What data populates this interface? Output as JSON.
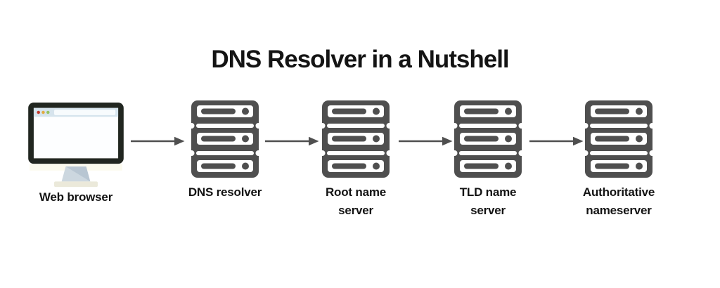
{
  "title": "DNS Resolver in a Nutshell",
  "nodes": [
    {
      "id": "web-browser",
      "label": "Web browser",
      "label_lines": [
        "Web browser"
      ],
      "icon": "browser-monitor-icon"
    },
    {
      "id": "dns-resolver",
      "label": "DNS resolver",
      "label_lines": [
        "DNS resolver"
      ],
      "icon": "server-stack-icon"
    },
    {
      "id": "root-name-server",
      "label": "Root name server",
      "label_lines": [
        "Root name",
        "server"
      ],
      "icon": "server-stack-icon"
    },
    {
      "id": "tld-name-server",
      "label": "TLD name server",
      "label_lines": [
        "TLD name",
        "server"
      ],
      "icon": "server-stack-icon"
    },
    {
      "id": "authoritative-nameserver",
      "label": "Authoritative nameserver",
      "label_lines": [
        "Authoritative",
        "nameserver"
      ],
      "icon": "server-stack-icon"
    }
  ],
  "connections": [
    {
      "from": "web-browser",
      "to": "dns-resolver"
    },
    {
      "from": "dns-resolver",
      "to": "root-name-server"
    },
    {
      "from": "root-name-server",
      "to": "tld-name-server"
    },
    {
      "from": "tld-name-server",
      "to": "authoritative-nameserver"
    }
  ],
  "colors": {
    "background": "#ffffff",
    "title_text": "#141414",
    "label_text": "#131313",
    "server_gray": "#4f4f4f",
    "arrow_gray": "#4f4f4f",
    "monitor_frame": "#212620",
    "browser_screen": "#fdfeff",
    "browser_topbar": "#d6e4ed",
    "browser_addressbar": "#f7fbfd",
    "browser_dot_red": "#c2392c",
    "browser_dot_yellow": "#e3ab3f",
    "browser_dot_green": "#94c361",
    "monitor_stand_light": "#ccd7df",
    "monitor_stand_shade": "#b8c6d2",
    "monitor_base": "#ebe9da",
    "monitor_glow": "#fbfaee"
  }
}
